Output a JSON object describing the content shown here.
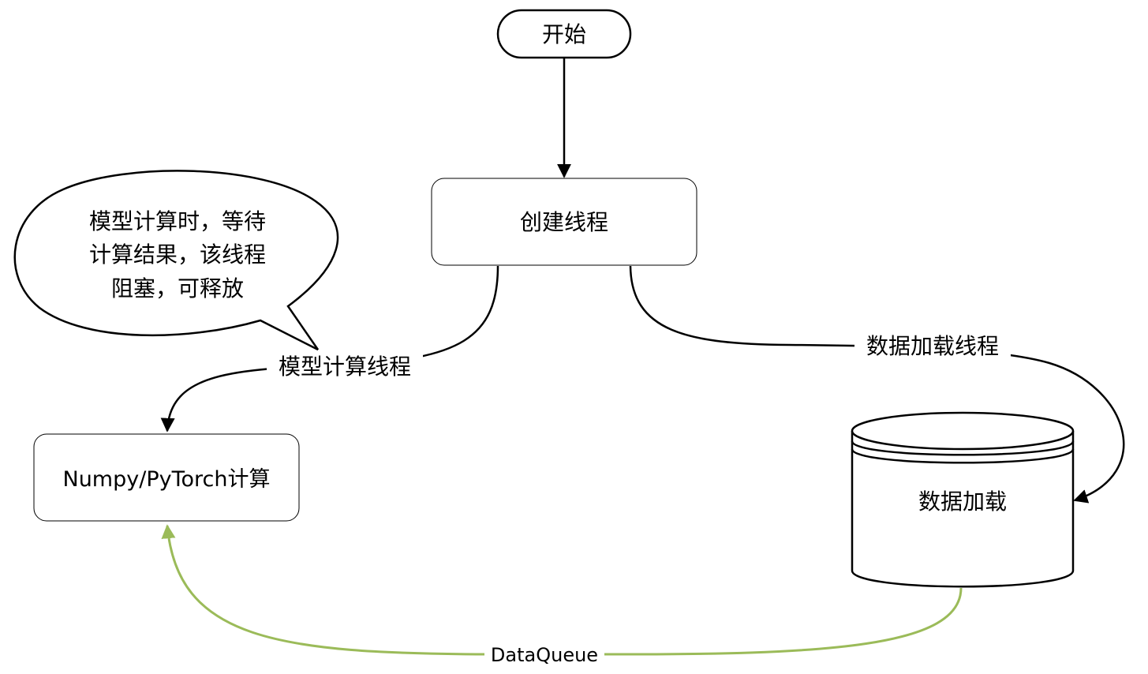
{
  "nodes": {
    "start": {
      "label": "开始"
    },
    "create_threads": {
      "label": "创建线程"
    },
    "compute": {
      "label": "Numpy/PyTorch计算"
    },
    "data_load": {
      "label": "数据加载"
    }
  },
  "callout": {
    "lines": [
      "模型计算时，等待",
      "计算结果，该线程",
      "阻塞，可释放"
    ]
  },
  "edges": {
    "model_thread": {
      "label": "模型计算线程"
    },
    "data_thread": {
      "label": "数据加载线程"
    },
    "data_queue": {
      "label": "DataQueue"
    }
  },
  "colors": {
    "stroke": "#000000",
    "queue_edge": "#9bbb59"
  }
}
